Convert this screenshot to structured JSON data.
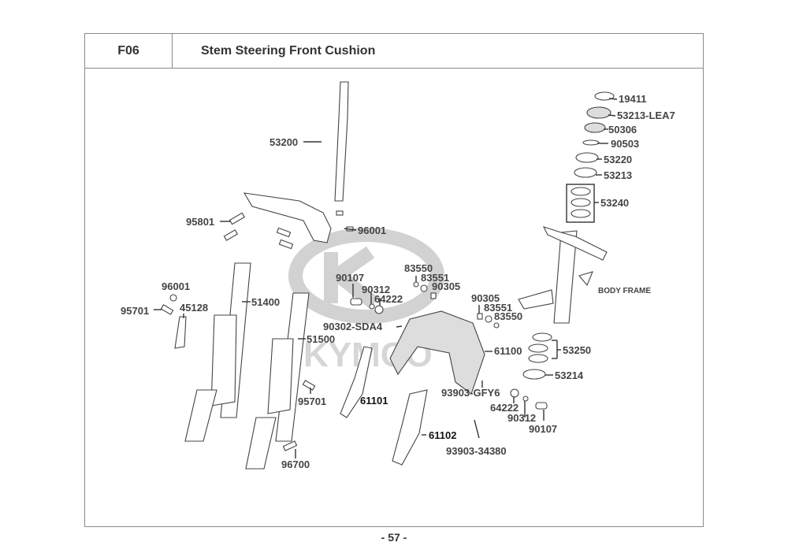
{
  "header": {
    "section_code": "F06",
    "title": "Stem Steering  Front Cushion"
  },
  "watermark": {
    "brand": "KYMCO"
  },
  "annotations": {
    "body_frame": "BODY FRAME"
  },
  "parts": {
    "p19411": "19411",
    "p53213_lea7": "53213-LEA7",
    "p50306": "50306",
    "p90503": "90503",
    "p53220": "53220",
    "p53213": "53213",
    "p53240": "53240",
    "p53200": "53200",
    "p95801": "95801",
    "p96001_top": "96001",
    "p96001_left": "96001",
    "p95701_left": "95701",
    "p45128": "45128",
    "p51400": "51400",
    "p51500": "51500",
    "p95701_mid": "95701",
    "p96700": "96700",
    "p90107_left": "90107",
    "p90312_left": "90312",
    "p64222_left": "64222",
    "p83550_top": "83550",
    "p83551_top": "83551",
    "p90305_top": "90305",
    "p90305_right": "90305",
    "p83551_right": "83551",
    "p83550_right": "83550",
    "p90302_sda4": "90302-SDA4",
    "p61100": "61100",
    "p61101": "61101",
    "p61102": "61102",
    "p53250": "53250",
    "p53214": "53214",
    "p93903_gfy6": "93903-GFY6",
    "p64222_right": "64222",
    "p90312_right": "90312",
    "p90107_right": "90107",
    "p93903_34380": "93903-34380"
  },
  "footer": {
    "page_number": "- 57 -"
  }
}
